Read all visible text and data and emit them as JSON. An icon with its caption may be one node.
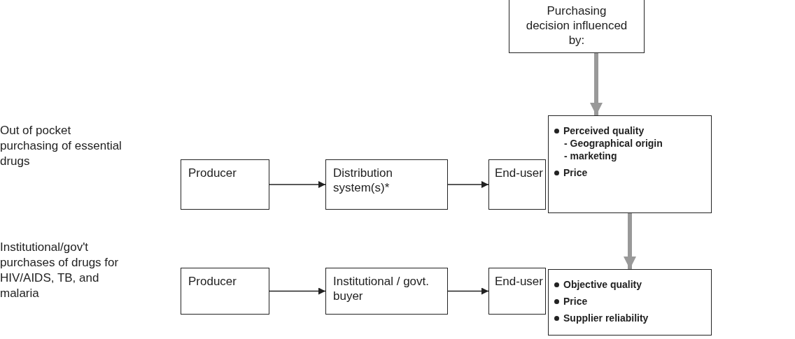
{
  "diagram": {
    "nodes": [
      {
        "text": [
          "Purchasing decision influenced by:"
        ]
      },
      {
        "text": [
          "Producer"
        ]
      },
      {
        "text": [
          "Distribution system(s)*"
        ]
      },
      {
        "text": [
          "End-user"
        ]
      },
      {
        "text": [
          "Perceived quality",
          "- Geographical origin",
          "- marketing",
          "Price"
        ]
      },
      {
        "text": [
          "Producer"
        ]
      },
      {
        "text": [
          "Institutional / govt. buyer"
        ]
      },
      {
        "text": [
          "End-user"
        ]
      },
      {
        "text": [
          "Objective quality",
          "Price",
          "Supplier reliability"
        ]
      }
    ],
    "edges": [
      {
        "from": 0,
        "to": 4,
        "arrow": "to",
        "style": "thick",
        "color": "#999999"
      },
      {
        "from": 1,
        "to": 2,
        "arrow": "to"
      },
      {
        "from": 2,
        "to": 3,
        "arrow": "to"
      },
      {
        "from": 4,
        "to": 8,
        "arrow": "to",
        "style": "thick",
        "color": "#999999"
      },
      {
        "from": 5,
        "to": 6,
        "arrow": "to"
      },
      {
        "from": 6,
        "to": 7,
        "arrow": "to"
      }
    ],
    "labels": [
      "Out of pocket purchasing of essential drugs",
      "Institutional/gov't purchases of drugs for HIV/AIDS, TB, and malaria"
    ]
  }
}
